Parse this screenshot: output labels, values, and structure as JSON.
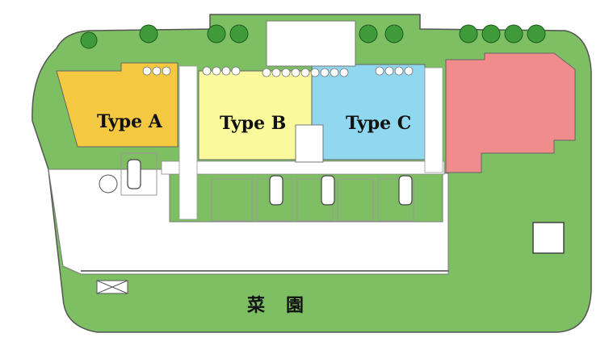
{
  "units": [
    {
      "id": "type-a",
      "label": "Type A",
      "color": "#f5c842"
    },
    {
      "id": "type-b",
      "label": "Type B",
      "color": "#fafa9c"
    },
    {
      "id": "type-c",
      "label": "Type C",
      "color": "#8fd8ef"
    },
    {
      "id": "type-d",
      "label": "",
      "color": "#f08c8c"
    }
  ],
  "garden": {
    "label": "菜　園",
    "color": "#6fbf5f"
  },
  "colors": {
    "lawn": "#7dbf62",
    "paving": "#ffffff",
    "outline": "#555555",
    "tree": "#3f9a3a",
    "parking": "#9a9a9a"
  },
  "icons": [
    "tree-icon",
    "car-icon",
    "garden-gate-icon",
    "storage-shed-icon"
  ]
}
